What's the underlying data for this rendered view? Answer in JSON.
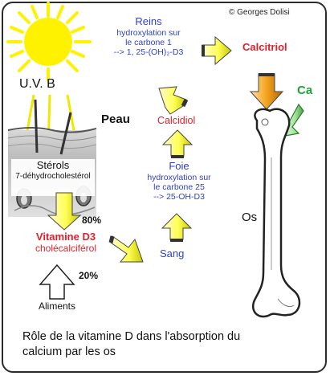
{
  "copyright": "© Georges Dolisi",
  "uvb": "U.V. B",
  "skin": "Peau",
  "sterols": {
    "title": "Stérols",
    "detail": "7-déhydrocholestérol"
  },
  "vitd3": {
    "title": "Vitamine D3",
    "detail": "cholécalciférol"
  },
  "food": "Aliments",
  "pct_skin": "80%",
  "pct_food": "20%",
  "blood": "Sang",
  "liver": {
    "title": "Foie",
    "lines": [
      "hydroxylation sur",
      "le carbone 25",
      "--> 25-OH-D3"
    ]
  },
  "calcidiol": "Calcidiol",
  "kidneys": {
    "title": "Reins",
    "lines": [
      "hydroxylation sur",
      "le carbone 1",
      "--> 1, 25-(OH)₂-D3"
    ]
  },
  "calcitriol": "Calcitriol",
  "calcium": "Ca",
  "bone": "Os",
  "caption": [
    "Rôle de la vitamine D dans l'absorption du",
    "calcium par les os"
  ],
  "colors": {
    "red": "#e0212b",
    "blue": "#2f3fd0",
    "green": "#21a23a",
    "arrow_yellow": "#ffff66",
    "arrow_orange": "#f5a31f",
    "arrow_green": "#a8e6a0",
    "sun": "#fff200"
  }
}
